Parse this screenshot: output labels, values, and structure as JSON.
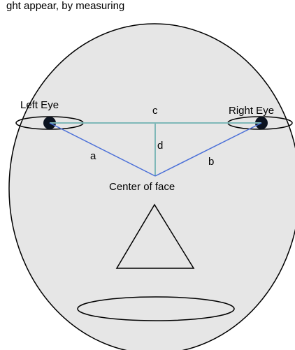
{
  "header_fragment": "ght appear, by measuring",
  "labels": {
    "left_eye": "Left Eye",
    "right_eye": "Right Eye",
    "center": "Center of face",
    "c": "c",
    "d": "d",
    "a": "a",
    "b": "b"
  },
  "colors": {
    "face_fill": "#e6e6e6",
    "outline": "#000000",
    "eye_line": "#7fb8b8",
    "distance_line": "#4a6fd8"
  }
}
